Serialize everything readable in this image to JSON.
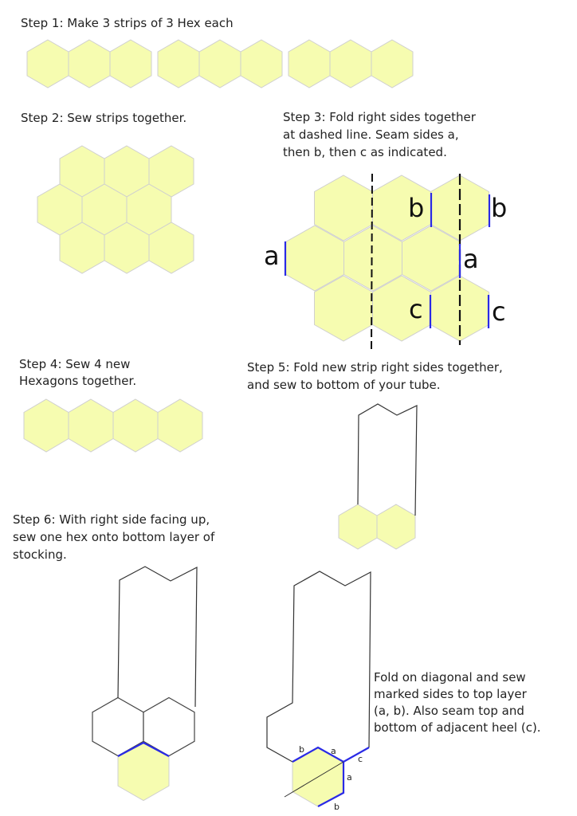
{
  "steps": {
    "step1": "Step 1: Make 3 strips of 3 Hex each",
    "step2": "Step 2:  Sew strips together.",
    "step3": [
      "Step 3: Fold right sides together",
      "at dashed line. Seam sides a,",
      "then b, then c as indicated."
    ],
    "step4": [
      "Step 4:  Sew 4 new",
      "Hexagons together."
    ],
    "step5": [
      "Step 5:  Fold new strip right sides together,",
      "and sew to bottom of your tube."
    ],
    "step6": [
      "Step 6:  With right side facing up,",
      "sew one hex onto bottom layer of",
      "stocking."
    ],
    "fold_note": [
      "Fold on diagonal and sew",
      "marked sides to top layer",
      "(a, b). Also seam top and",
      "bottom of adjacent heel (c)."
    ]
  },
  "labels": {
    "a": "a",
    "b": "b",
    "c": "c"
  },
  "colors": {
    "hex_fill": "#f6fcb0",
    "seam": "#2a2ae6"
  }
}
